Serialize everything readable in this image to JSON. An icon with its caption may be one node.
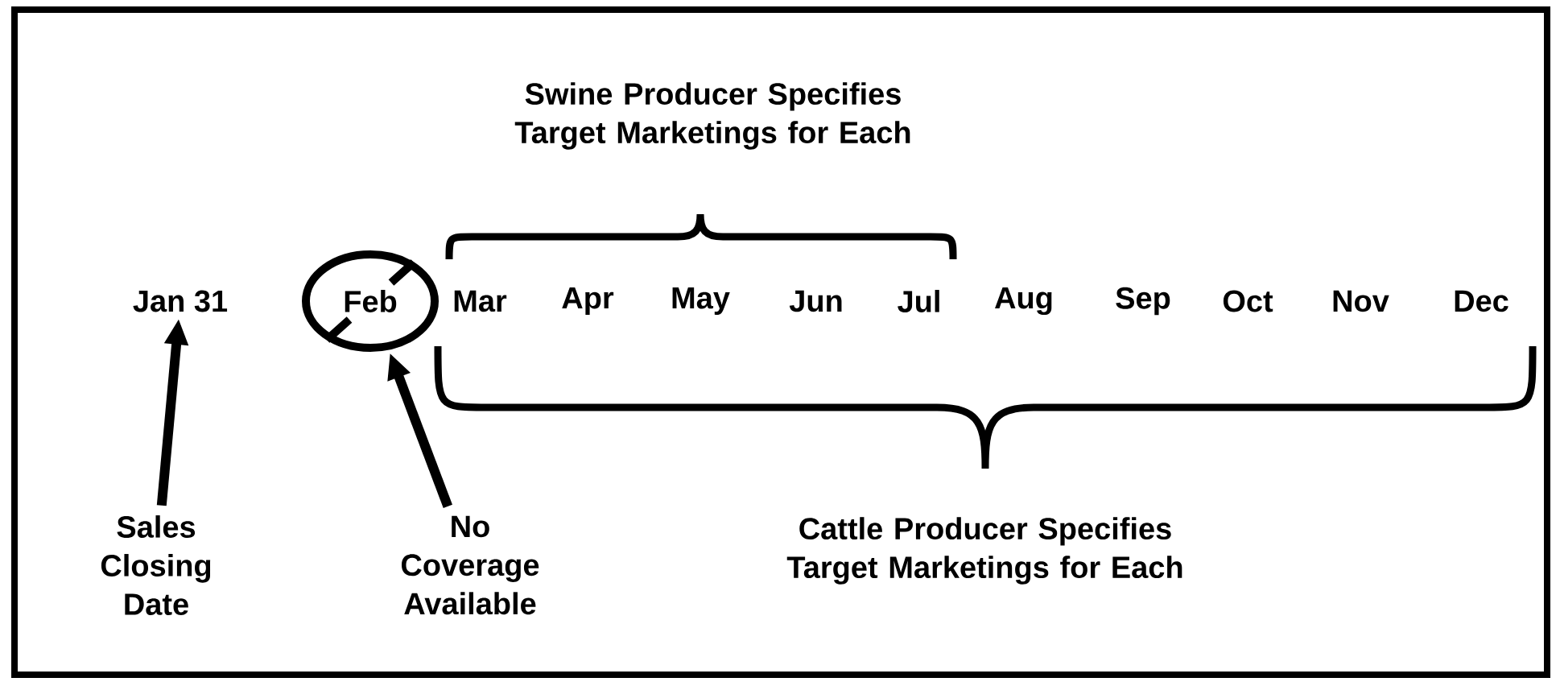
{
  "diagram": {
    "nodes": [
      {
        "text": [
          "Jan 31"
        ]
      },
      {
        "text": [
          "Feb"
        ]
      },
      {
        "text": [
          "Sales Closing Date"
        ]
      },
      {
        "text": [
          "No Coverage Available"
        ]
      }
    ],
    "edges": [
      {
        "from": 2,
        "to": 0,
        "arrow": "to"
      },
      {
        "from": 3,
        "to": 1,
        "arrow": "to"
      }
    ],
    "labels": [
      "Swine Producer Specifies Target Marketings for Each",
      "Mar",
      "Apr",
      "May",
      "Jun",
      "Jul",
      "Aug",
      "Sep",
      "Oct",
      "Nov",
      "Dec",
      "Cattle Producer Specifies Target Marketings for Each"
    ]
  }
}
